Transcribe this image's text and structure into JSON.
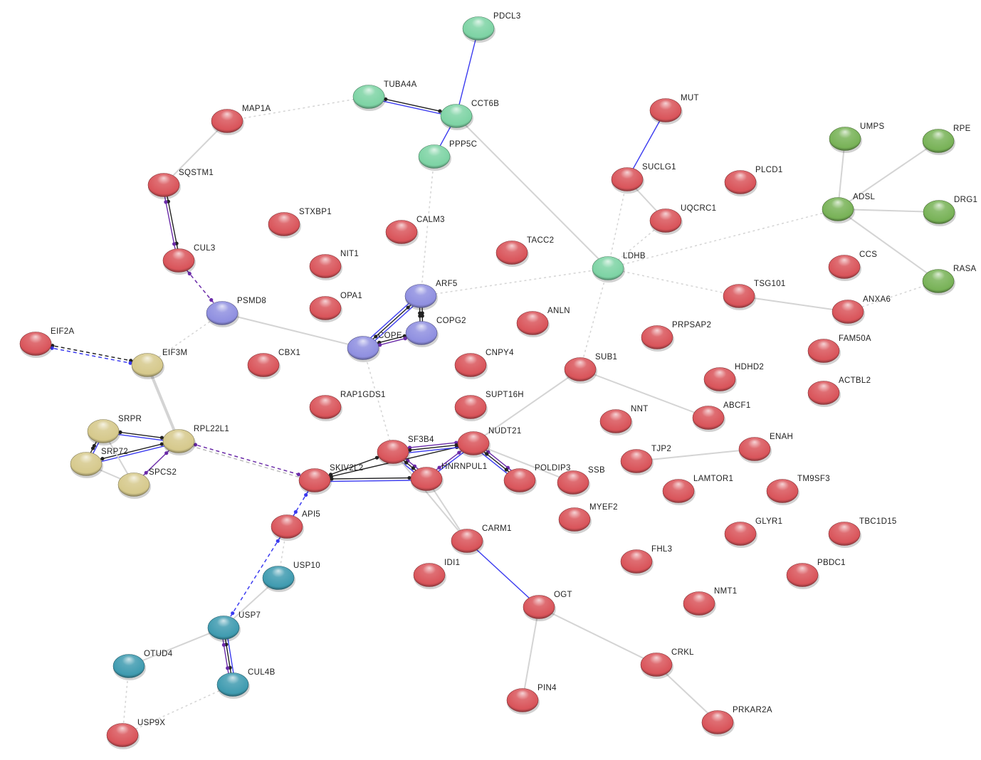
{
  "groups": {
    "red": "#d9545a",
    "mint": "#7dd3a4",
    "violet": "#8f8fe0",
    "tan": "#d6c98c",
    "teal": "#3f9bb0",
    "green": "#78b257"
  },
  "edge_colors": {
    "gray": "#d4d4d4",
    "black": "#222222",
    "blue": "#3a3af0",
    "purple": "#6a2aa8",
    "green": "#22cc22"
  },
  "nodes": [
    {
      "id": "PDCL3",
      "group": "mint"
    },
    {
      "id": "TUBA4A",
      "group": "mint"
    },
    {
      "id": "CCT6B",
      "group": "mint"
    },
    {
      "id": "PPP5C",
      "group": "mint"
    },
    {
      "id": "MAP1A",
      "group": "red"
    },
    {
      "id": "SQSTM1",
      "group": "red"
    },
    {
      "id": "CUL3",
      "group": "red"
    },
    {
      "id": "STXBP1",
      "group": "red"
    },
    {
      "id": "NIT1",
      "group": "red"
    },
    {
      "id": "OPA1",
      "group": "red"
    },
    {
      "id": "CALM3",
      "group": "red"
    },
    {
      "id": "TACC2",
      "group": "red"
    },
    {
      "id": "ARF5",
      "group": "violet"
    },
    {
      "id": "COPG2",
      "group": "violet"
    },
    {
      "id": "COPE",
      "group": "violet"
    },
    {
      "id": "PSMD8",
      "group": "violet"
    },
    {
      "id": "EIF2A",
      "group": "red"
    },
    {
      "id": "EIF3M",
      "group": "tan"
    },
    {
      "id": "CBX1",
      "group": "red"
    },
    {
      "id": "CNPY4",
      "group": "red"
    },
    {
      "id": "RAP1GDS1",
      "group": "red"
    },
    {
      "id": "SUPT16H",
      "group": "red"
    },
    {
      "id": "SRPR",
      "group": "tan"
    },
    {
      "id": "RPL22L1",
      "group": "tan"
    },
    {
      "id": "SRP72",
      "group": "tan"
    },
    {
      "id": "SPCS2",
      "group": "tan"
    },
    {
      "id": "SF3B4",
      "group": "red"
    },
    {
      "id": "NUDT21",
      "group": "red"
    },
    {
      "id": "SKIV2L2",
      "group": "red"
    },
    {
      "id": "HNRNPUL1",
      "group": "red"
    },
    {
      "id": "POLDIP3",
      "group": "red"
    },
    {
      "id": "SSB",
      "group": "red"
    },
    {
      "id": "API5",
      "group": "red"
    },
    {
      "id": "USP10",
      "group": "teal"
    },
    {
      "id": "USP7",
      "group": "teal"
    },
    {
      "id": "OTUD4",
      "group": "teal"
    },
    {
      "id": "CUL4B",
      "group": "teal"
    },
    {
      "id": "USP9X",
      "group": "red"
    },
    {
      "id": "IDI1",
      "group": "red"
    },
    {
      "id": "CARM1",
      "group": "red"
    },
    {
      "id": "OGT",
      "group": "red"
    },
    {
      "id": "PIN4",
      "group": "red"
    },
    {
      "id": "CRKL",
      "group": "red"
    },
    {
      "id": "PRKAR2A",
      "group": "red"
    },
    {
      "id": "MUT",
      "group": "red"
    },
    {
      "id": "SUCLG1",
      "group": "red"
    },
    {
      "id": "UQCRC1",
      "group": "red"
    },
    {
      "id": "PLCD1",
      "group": "red"
    },
    {
      "id": "LDHB",
      "group": "mint"
    },
    {
      "id": "ANLN",
      "group": "red"
    },
    {
      "id": "SUB1",
      "group": "red"
    },
    {
      "id": "PRPSAP2",
      "group": "red"
    },
    {
      "id": "TSG101",
      "group": "red"
    },
    {
      "id": "ANXA6",
      "group": "red"
    },
    {
      "id": "CCS",
      "group": "red"
    },
    {
      "id": "UMPS",
      "group": "green"
    },
    {
      "id": "RPE",
      "group": "green"
    },
    {
      "id": "ADSL",
      "group": "green"
    },
    {
      "id": "DRG1",
      "group": "green"
    },
    {
      "id": "RASA",
      "group": "green"
    },
    {
      "id": "FAM50A",
      "group": "red"
    },
    {
      "id": "HDHD2",
      "group": "red"
    },
    {
      "id": "ACTBL2",
      "group": "red"
    },
    {
      "id": "NNT",
      "group": "red"
    },
    {
      "id": "ABCF1",
      "group": "red"
    },
    {
      "id": "ENAH",
      "group": "red"
    },
    {
      "id": "TJP2",
      "group": "red"
    },
    {
      "id": "LAMTOR1",
      "group": "red"
    },
    {
      "id": "TM9SF3",
      "group": "red"
    },
    {
      "id": "MYEF2",
      "group": "red"
    },
    {
      "id": "GLYR1",
      "group": "red"
    },
    {
      "id": "TBC1D15",
      "group": "red"
    },
    {
      "id": "FHL3",
      "group": "red"
    },
    {
      "id": "PBDC1",
      "group": "red"
    },
    {
      "id": "NMT1",
      "group": "red"
    }
  ],
  "edges": [
    {
      "s": "PDCL3",
      "t": "CCT6B",
      "types": [
        "blue"
      ]
    },
    {
      "s": "TUBA4A",
      "t": "CCT6B",
      "types": [
        "black",
        "blue"
      ]
    },
    {
      "s": "CCT6B",
      "t": "PPP5C",
      "types": [
        "blue"
      ]
    },
    {
      "s": "TUBA4A",
      "t": "MAP1A",
      "types": [
        "dotted"
      ]
    },
    {
      "s": "MAP1A",
      "t": "SQSTM1",
      "types": [
        "gray"
      ]
    },
    {
      "s": "SQSTM1",
      "t": "CUL3",
      "types": [
        "black",
        "purple"
      ]
    },
    {
      "s": "CUL3",
      "t": "PSMD8",
      "types": [
        "purple-dashed"
      ]
    },
    {
      "s": "PSMD8",
      "t": "EIF3M",
      "types": [
        "dotted"
      ]
    },
    {
      "s": "PSMD8",
      "t": "COPE",
      "types": [
        "gray"
      ]
    },
    {
      "s": "PPP5C",
      "t": "ARF5",
      "types": [
        "dotted"
      ]
    },
    {
      "s": "CCT6B",
      "t": "LDHB",
      "types": [
        "gray"
      ]
    },
    {
      "s": "ARF5",
      "t": "LDHB",
      "types": [
        "dotted"
      ]
    },
    {
      "s": "ARF5",
      "t": "COPG2",
      "types": [
        "black",
        "black"
      ]
    },
    {
      "s": "ARF5",
      "t": "COPE",
      "types": [
        "blue",
        "black",
        "blue"
      ]
    },
    {
      "s": "COPE",
      "t": "COPG2",
      "types": [
        "black",
        "purple"
      ]
    },
    {
      "s": "COPE",
      "t": "SF3B4",
      "types": [
        "dotted"
      ]
    },
    {
      "s": "EIF2A",
      "t": "EIF3M",
      "types": [
        "black-dashed",
        "blue-dashed"
      ]
    },
    {
      "s": "EIF3M",
      "t": "RPL22L1",
      "types": [
        "gray-thick"
      ]
    },
    {
      "s": "SRPR",
      "t": "RPL22L1",
      "types": [
        "black",
        "blue"
      ]
    },
    {
      "s": "SRPR",
      "t": "SRP72",
      "types": [
        "blue",
        "black"
      ]
    },
    {
      "s": "SRP72",
      "t": "RPL22L1",
      "types": [
        "black",
        "blue"
      ]
    },
    {
      "s": "SPCS2",
      "t": "RPL22L1",
      "types": [
        "purple"
      ]
    },
    {
      "s": "SRPR",
      "t": "SPCS2",
      "types": [
        "gray"
      ]
    },
    {
      "s": "SRP72",
      "t": "SPCS2",
      "types": [
        "gray"
      ]
    },
    {
      "s": "RPL22L1",
      "t": "SKIV2L2",
      "types": [
        "purple-dashed",
        "gray-dashed"
      ]
    },
    {
      "s": "SKIV2L2",
      "t": "SF3B4",
      "types": [
        "black"
      ]
    },
    {
      "s": "SKIV2L2",
      "t": "HNRNPUL1",
      "types": [
        "black",
        "blue"
      ]
    },
    {
      "s": "SKIV2L2",
      "t": "NUDT21",
      "types": [
        "black"
      ]
    },
    {
      "s": "SF3B4",
      "t": "NUDT21",
      "types": [
        "purple",
        "black",
        "blue"
      ]
    },
    {
      "s": "SF3B4",
      "t": "HNRNPUL1",
      "types": [
        "purple",
        "black",
        "blue"
      ]
    },
    {
      "s": "HNRNPUL1",
      "t": "NUDT21",
      "types": [
        "purple",
        "blue"
      ]
    },
    {
      "s": "NUDT21",
      "t": "POLDIP3",
      "types": [
        "purple",
        "black",
        "blue"
      ]
    },
    {
      "s": "NUDT21",
      "t": "SSB",
      "types": [
        "gray"
      ]
    },
    {
      "s": "NUDT21",
      "t": "SUB1",
      "types": [
        "gray"
      ]
    },
    {
      "s": "HNRNPUL1",
      "t": "CARM1",
      "types": [
        "gray"
      ]
    },
    {
      "s": "SF3B4",
      "t": "CARM1",
      "types": [
        "gray"
      ]
    },
    {
      "s": "SKIV2L2",
      "t": "API5",
      "types": [
        "blue-dashed"
      ]
    },
    {
      "s": "API5",
      "t": "USP7",
      "types": [
        "blue-dashed"
      ]
    },
    {
      "s": "API5",
      "t": "USP10",
      "types": [
        "dotted"
      ]
    },
    {
      "s": "USP10",
      "t": "USP7",
      "types": [
        "gray"
      ]
    },
    {
      "s": "USP7",
      "t": "CUL4B",
      "types": [
        "blue",
        "black",
        "purple"
      ]
    },
    {
      "s": "USP7",
      "t": "OTUD4",
      "types": [
        "gray"
      ]
    },
    {
      "s": "OTUD4",
      "t": "USP9X",
      "types": [
        "dotted"
      ]
    },
    {
      "s": "CUL4B",
      "t": "USP9X",
      "types": [
        "dotted"
      ]
    },
    {
      "s": "CARM1",
      "t": "OGT",
      "types": [
        "blue"
      ]
    },
    {
      "s": "OGT",
      "t": "PIN4",
      "types": [
        "gray"
      ]
    },
    {
      "s": "OGT",
      "t": "CRKL",
      "types": [
        "gray"
      ]
    },
    {
      "s": "CRKL",
      "t": "PRKAR2A",
      "types": [
        "gray"
      ]
    },
    {
      "s": "MUT",
      "t": "SUCLG1",
      "types": [
        "blue"
      ]
    },
    {
      "s": "SUCLG1",
      "t": "UQCRC1",
      "types": [
        "gray"
      ]
    },
    {
      "s": "SUCLG1",
      "t": "LDHB",
      "types": [
        "dotted"
      ]
    },
    {
      "s": "UQCRC1",
      "t": "LDHB",
      "types": [
        "dotted"
      ]
    },
    {
      "s": "LDHB",
      "t": "ADSL",
      "types": [
        "dotted"
      ]
    },
    {
      "s": "LDHB",
      "t": "TSG101",
      "types": [
        "dotted"
      ]
    },
    {
      "s": "LDHB",
      "t": "SUB1",
      "types": [
        "dotted"
      ]
    },
    {
      "s": "TSG101",
      "t": "ANXA6",
      "types": [
        "gray"
      ]
    },
    {
      "s": "ANXA6",
      "t": "RASA",
      "types": [
        "dotted"
      ]
    },
    {
      "s": "ADSL",
      "t": "UMPS",
      "types": [
        "gray"
      ]
    },
    {
      "s": "ADSL",
      "t": "RPE",
      "types": [
        "gray"
      ]
    },
    {
      "s": "ADSL",
      "t": "DRG1",
      "types": [
        "gray"
      ]
    },
    {
      "s": "ADSL",
      "t": "RASA",
      "types": [
        "gray"
      ]
    },
    {
      "s": "SUB1",
      "t": "ABCF1",
      "types": [
        "gray"
      ]
    },
    {
      "s": "TJP2",
      "t": "ENAH",
      "types": [
        "gray"
      ]
    }
  ]
}
